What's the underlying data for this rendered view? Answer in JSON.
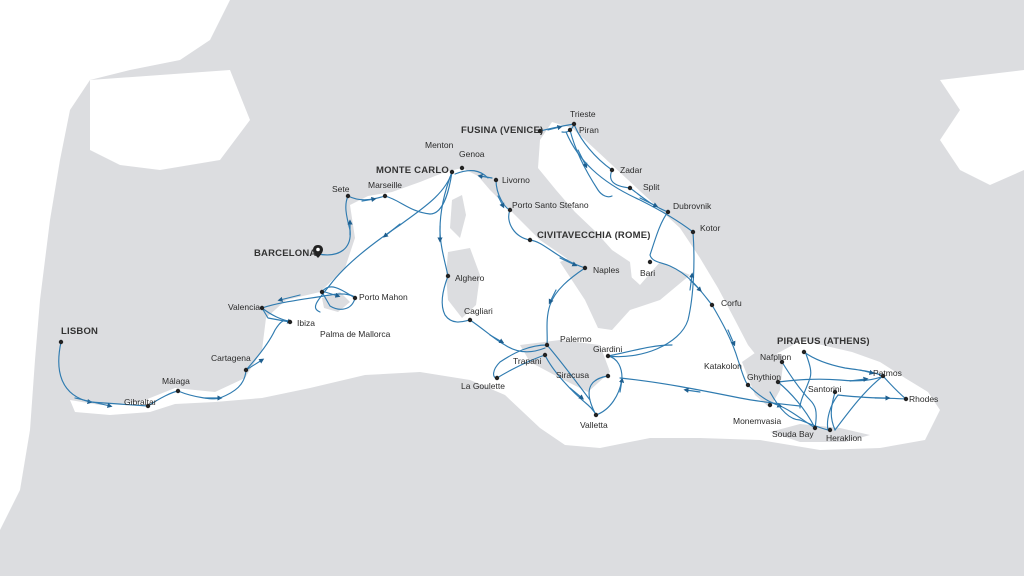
{
  "map": {
    "colors": {
      "sea": "#ffffff",
      "land": "#dcdde0",
      "route": "#2f7bb0",
      "port_dot": "#222222"
    },
    "embark_icon": "location-pin-icon",
    "major_ports": [
      {
        "id": "lisbon",
        "label": "LISBON"
      },
      {
        "id": "barcelona",
        "label": "BARCELONA"
      },
      {
        "id": "monte-carlo",
        "label": "MONTE CARLO"
      },
      {
        "id": "fusina",
        "label": "FUSINA (VENICE)"
      },
      {
        "id": "civitavecchia",
        "label": "CIVITAVECCHIA (ROME)"
      },
      {
        "id": "piraeus",
        "label": "PIRAEUS (ATHENS)"
      }
    ],
    "ports": [
      {
        "id": "gibraltar",
        "label": "Gibraltar"
      },
      {
        "id": "malaga",
        "label": "Málaga"
      },
      {
        "id": "cartagena",
        "label": "Cartagena"
      },
      {
        "id": "valencia",
        "label": "Valencia"
      },
      {
        "id": "ibiza",
        "label": "Ibiza"
      },
      {
        "id": "palma",
        "label": "Palma de Mallorca"
      },
      {
        "id": "porto-mahon",
        "label": "Porto Mahon"
      },
      {
        "id": "sete",
        "label": "Sete"
      },
      {
        "id": "marseille",
        "label": "Marseille"
      },
      {
        "id": "menton",
        "label": "Menton"
      },
      {
        "id": "genoa",
        "label": "Genoa"
      },
      {
        "id": "livorno",
        "label": "Livorno"
      },
      {
        "id": "porto-santo-stefano",
        "label": "Porto Santo Stefano"
      },
      {
        "id": "alghero",
        "label": "Alghero"
      },
      {
        "id": "cagliari",
        "label": "Cagliari"
      },
      {
        "id": "naples",
        "label": "Naples"
      },
      {
        "id": "palermo",
        "label": "Palermo"
      },
      {
        "id": "trapani",
        "label": "Trapani"
      },
      {
        "id": "la-goulette",
        "label": "La Goulette"
      },
      {
        "id": "giardini",
        "label": "Giardini"
      },
      {
        "id": "siracusa",
        "label": "Siracusa"
      },
      {
        "id": "valletta",
        "label": "Valletta"
      },
      {
        "id": "trieste",
        "label": "Trieste"
      },
      {
        "id": "piran",
        "label": "Piran"
      },
      {
        "id": "zadar",
        "label": "Zadar"
      },
      {
        "id": "split",
        "label": "Split"
      },
      {
        "id": "dubrovnik",
        "label": "Dubrovnik"
      },
      {
        "id": "kotor",
        "label": "Kotor"
      },
      {
        "id": "bari",
        "label": "Bari"
      },
      {
        "id": "corfu",
        "label": "Corfu"
      },
      {
        "id": "katakolon",
        "label": "Katakolon"
      },
      {
        "id": "nafplion",
        "label": "Nafplion"
      },
      {
        "id": "ghythion",
        "label": "Ghythion"
      },
      {
        "id": "monemvasia",
        "label": "Monemvasia"
      },
      {
        "id": "santorini",
        "label": "Santorini"
      },
      {
        "id": "patmos",
        "label": "Patmos"
      },
      {
        "id": "rhodes",
        "label": "Rhodes"
      },
      {
        "id": "souda-bay",
        "label": "Souda Bay"
      },
      {
        "id": "heraklion",
        "label": "Heraklion"
      }
    ]
  }
}
